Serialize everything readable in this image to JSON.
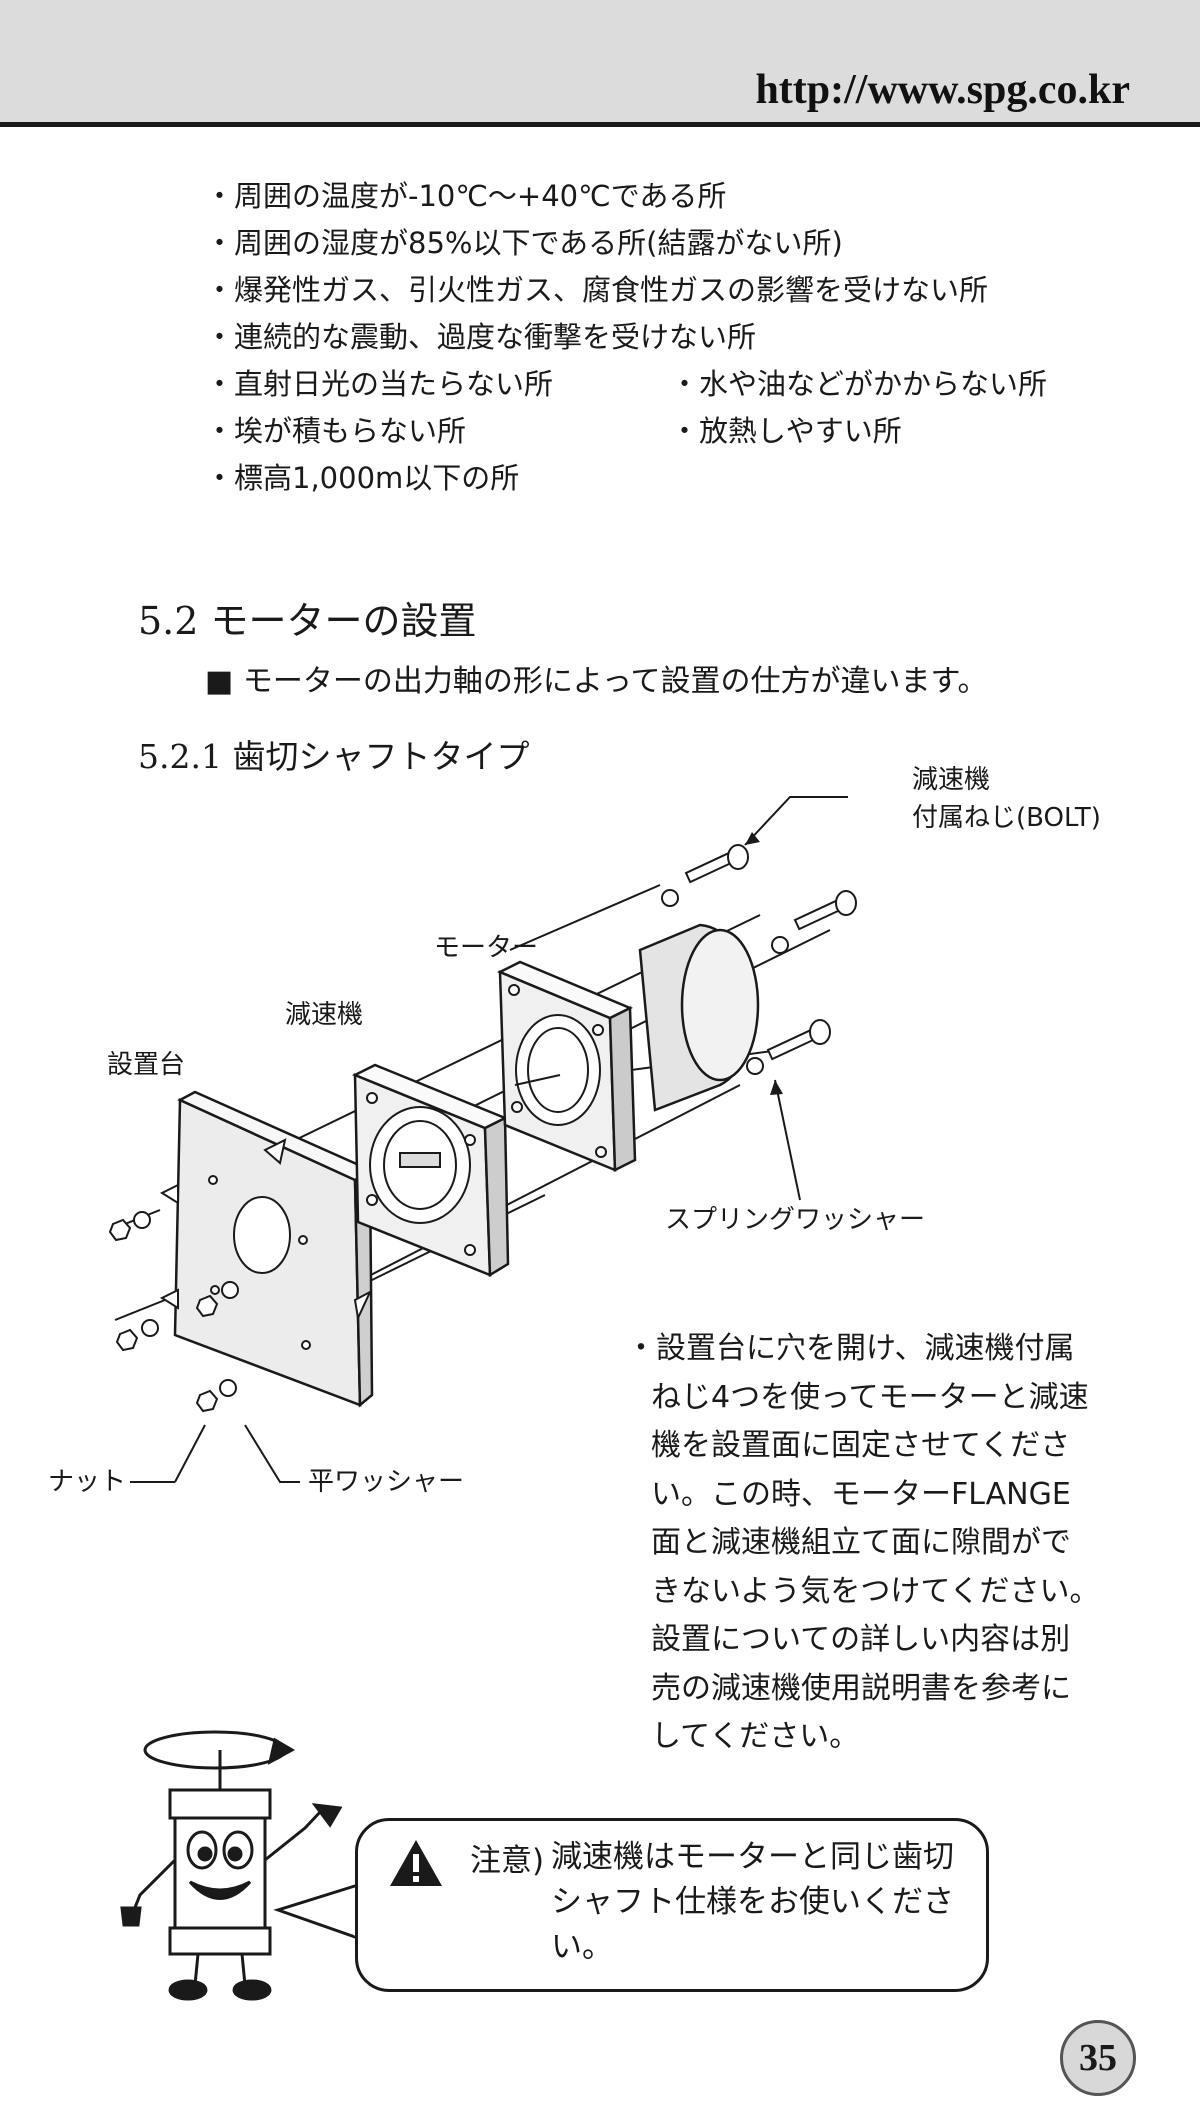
{
  "header": {
    "url": "http://www.spg.co.kr"
  },
  "conditions": [
    "・周囲の温度が-10℃～+40℃である所",
    "・周囲の湿度が85%以下である所(結露がない所)",
    "・爆発性ガス、引火性ガス、腐食性ガスの影響を受けない所",
    "・連続的な震動、過度な衝撃を受けない所",
    "・直射日光の当たらない所",
    "・水や油などがかからない所",
    "・埃が積もらない所",
    "・放熱しやすい所",
    "・標高1,000m以下の所"
  ],
  "section": {
    "title": "5.2 モーターの設置",
    "note": "■ モーターの出力軸の形によって設置の仕方が違います。",
    "subsection_title": "5.2.1 歯切シャフトタイプ"
  },
  "diagram_labels": {
    "bolt_line1": "減速機",
    "bolt_line2": "付属ねじ(BOLT)",
    "motor": "モーター",
    "reducer": "減速機",
    "base": "設置台",
    "spring_washer": "スプリングワッシャー",
    "nut": "ナット",
    "flat_washer": "平ワッシャー"
  },
  "description": [
    "・設置台に穴を開け、減速機付属",
    "ねじ4つを使ってモーターと減速",
    "機を設置面に固定させてくださ",
    "い。この時、モーターFLANGE",
    "面と減速機組立て面に隙間がで",
    "きないよう気をつけてください。",
    "設置についての詳しい内容は別",
    "売の減速機使用説明書を参考に",
    "してください。"
  ],
  "caution": {
    "label": "注意)",
    "lines": [
      "減速機はモーターと同じ歯切",
      "シャフト仕様をお使いくださ",
      "い。"
    ]
  },
  "page_number": "35",
  "icons": {
    "warning": "warning-triangle-icon",
    "mascot": "mascot-illustration"
  }
}
